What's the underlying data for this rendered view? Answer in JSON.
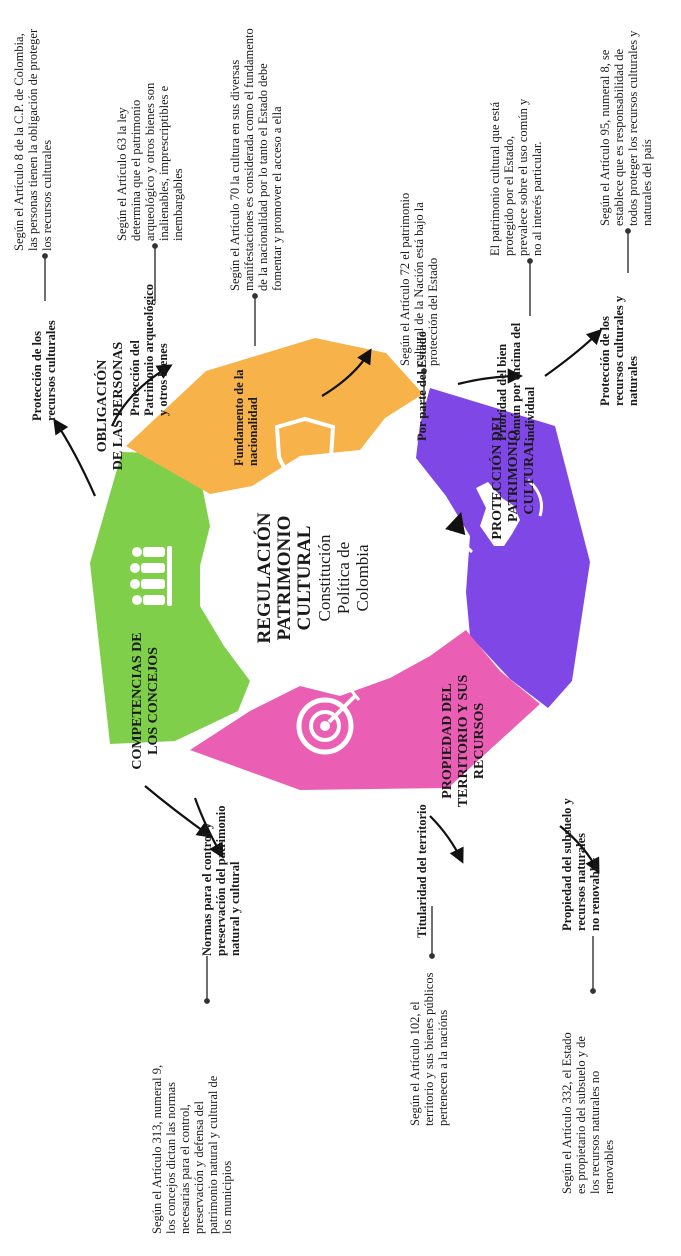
{
  "center": {
    "title_line1": "REGULACIÓN",
    "title_line2": "PATRIMONIO",
    "title_line3": "CULTURAL",
    "subtitle_line1": "Constitución",
    "subtitle_line2": "Política de",
    "subtitle_line3": "Colombia"
  },
  "segments": [
    {
      "name": "obligacion",
      "color": "#7fcf4a",
      "icon": "people-icon"
    },
    {
      "name": "proteccion",
      "color": "#f7b24a",
      "icon": "shield-icon"
    },
    {
      "name": "propiedad",
      "color": "#7f47e6",
      "icon": "handshake-icon"
    },
    {
      "name": "competencias",
      "color": "#ea5fb4",
      "icon": "target-icon"
    }
  ],
  "obligacion": {
    "header_line1": "OBLIGACIÓN",
    "header_line2": "DE LAS PERSONAS",
    "items": [
      {
        "label": [
          "Protección de los",
          "recursos culturales"
        ],
        "desc": [
          "Según el Artículo 8 de la C.P. de Colombia,",
          "las personas tienen la obligación de proteger",
          "los recursos culturales"
        ]
      },
      {
        "label": [
          "Protección del",
          "Patrimonio arqueológico",
          "y otros bienes"
        ],
        "desc": [
          "Según el Artículo 63 la ley",
          "determina que el patrimonio",
          "arqueológico y otros bienes son",
          "inalienables, imprescriptibles e",
          "inembargables"
        ]
      },
      {
        "label": [
          "Fundamento de la",
          "nacionalidad"
        ],
        "desc": [
          "Según el Artículo 70 la cultura en sus diversas",
          "manifestaciones es considerada como el fundamento",
          "de la nacionalidad por lo tanto el Estado debe",
          "fomentar y promover el acceso a ella"
        ]
      }
    ]
  },
  "proteccion": {
    "header_line1": "PROTECCIÓN DEL",
    "header_line2": "PATRIMONIO",
    "header_line3": "CULTURAL",
    "items": [
      {
        "label": [
          "Por parte del Estado"
        ],
        "desc": [
          "Según el Artículo 72 el patrimonio",
          "cultural de la Nación está bajo la",
          "protección del Estado"
        ]
      },
      {
        "label": [
          "Prioridad del bien",
          "común por encima del",
          "individual"
        ],
        "desc": [
          "El patrimonio cultural que está",
          "protegido por el Estado,",
          "prevalece sobre el uso común y",
          "no al interés particular."
        ]
      },
      {
        "label": [
          "Protección de los",
          "recursos culturales y",
          "naturales"
        ],
        "desc": [
          "Según el Artículo 95, numeral 8, se",
          "establece que es responsabilidad de",
          "todos proteger los recursos culturales y",
          "naturales del país"
        ]
      }
    ]
  },
  "propiedad": {
    "header_line1": "PROPIEDAD DEL",
    "header_line2": "TERRITORIO Y SUS",
    "header_line3": "RECURSOS",
    "items": [
      {
        "label": [
          "Titularidad del territorio"
        ],
        "desc": [
          "Según el Artículo 102, el",
          "territorio y sus bienes públicos",
          "pertenecen a la nacións"
        ]
      },
      {
        "label": [
          "Propiedad del subsuelo y",
          "recursos naturales",
          "no renovables"
        ],
        "desc": [
          "Según el Artículo 332, el Estado",
          "es propietario del subsuelo y de",
          "los recursos naturales no",
          "renovables"
        ]
      }
    ]
  },
  "competencias": {
    "header_line1": "COMPETENCIAS DE",
    "header_line2": "LOS CONCEJOS",
    "items": [
      {
        "label": [
          "Normas para el control y",
          "preservación del patrimonio",
          "natural y cultural"
        ],
        "desc": [
          "Según el Artículo 313, numeral 9,",
          "los concejos dictan las normas",
          "necesarias para el control,",
          "preservación y defensa del",
          "patrimonio natural y cultural de",
          "los municipios"
        ]
      }
    ]
  }
}
